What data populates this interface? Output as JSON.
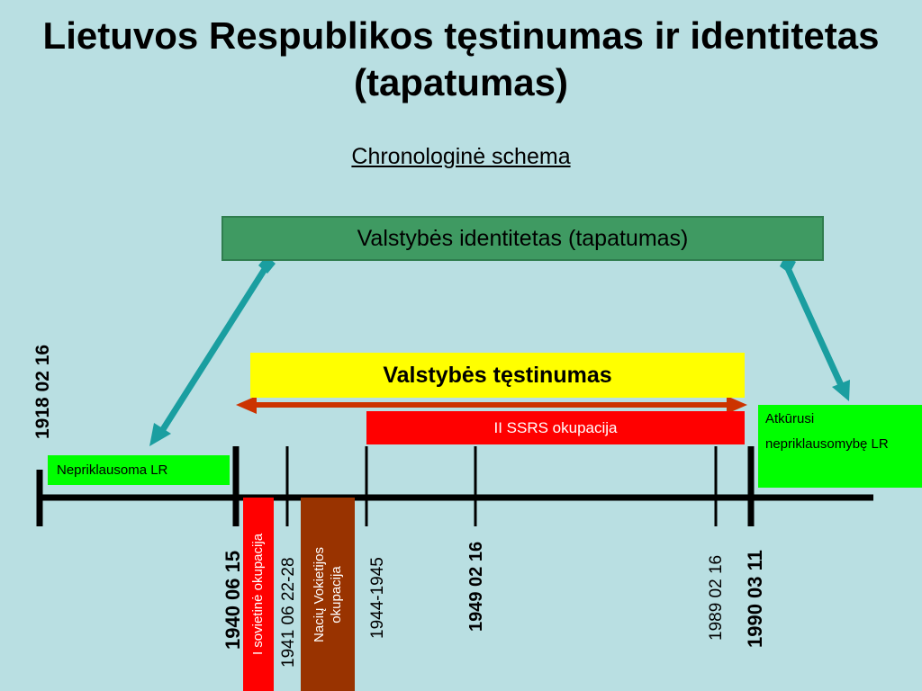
{
  "title": "Lietuvos Respublikos tęstinumas ir identitetas (tapatumas)",
  "subtitle": "Chronologinė schema",
  "identity_label": "Valstybės identitetas (tapatumas)",
  "continuity_label": "Valstybės tęstinumas",
  "occupation2_label": "II SSRS okupacija",
  "independent_label": "Nepriklausoma LR",
  "restored_label_1": "Atkūrusi",
  "restored_label_2": "nepriklausomybę LR",
  "occupation1_label": "I sovietinė okupacija",
  "nazi_label_1": "Nacių Vokietijos",
  "nazi_label_2": "okupacija",
  "dates": {
    "d1918": "1918 02 16",
    "d1940": "1940 06 15",
    "d1941": "1941 06 22-28",
    "d1944": "1944-1945",
    "d1949": "1949 02 16",
    "d1989": "1989 02 16",
    "d1990": "1990 03 11"
  },
  "colors": {
    "background": "#b9dfe2",
    "identity": "#3f9a62",
    "continuity": "#ffff00",
    "occupation": "#ff0000",
    "independent": "#00ff00",
    "nazi": "#993300",
    "arrow_teal": "#1a9ea0",
    "arrow_red": "#cc3300"
  }
}
